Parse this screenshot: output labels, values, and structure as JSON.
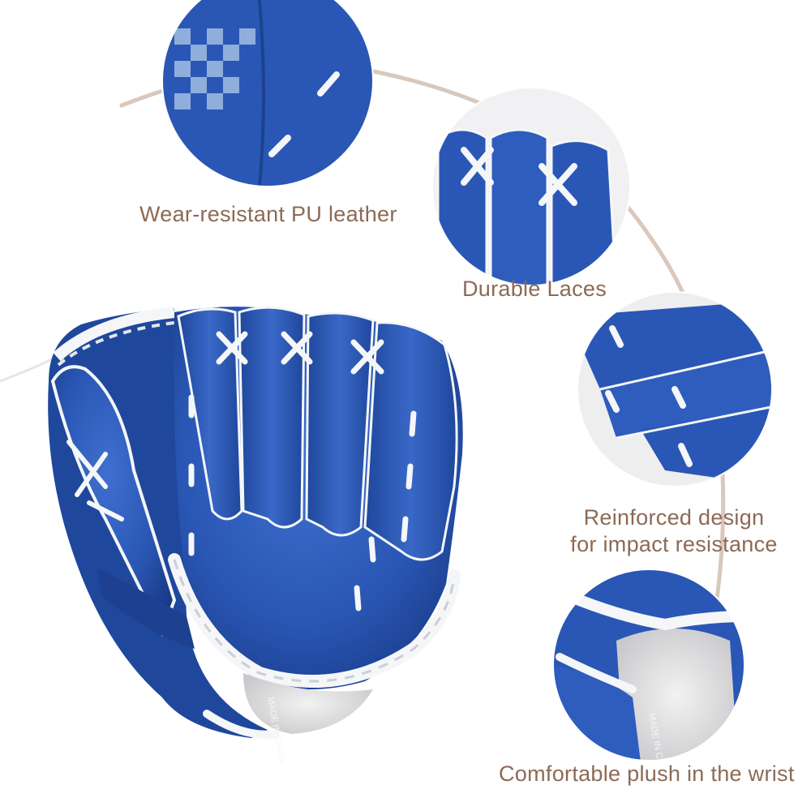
{
  "colors": {
    "glove_blue": "#2a57b5",
    "glove_blue_dark": "#183a86",
    "glove_blue_light": "#3f6fcf",
    "lace_white": "#f4f6f8",
    "caption_brown": "#8c6a55",
    "arc_tan": "#d9c8bb",
    "background": "#ffffff"
  },
  "subject": {
    "type": "product-photo",
    "item": "baseball-glove",
    "print_on_glove": "MADE IN CHINA"
  },
  "features": [
    {
      "label": "Wear-resistant PU leather"
    },
    {
      "label": "Durable Laces"
    },
    {
      "label_lines": [
        "Reinforced design",
        "for impact resistance"
      ]
    },
    {
      "label": "Comfortable plush in the wrist"
    }
  ]
}
